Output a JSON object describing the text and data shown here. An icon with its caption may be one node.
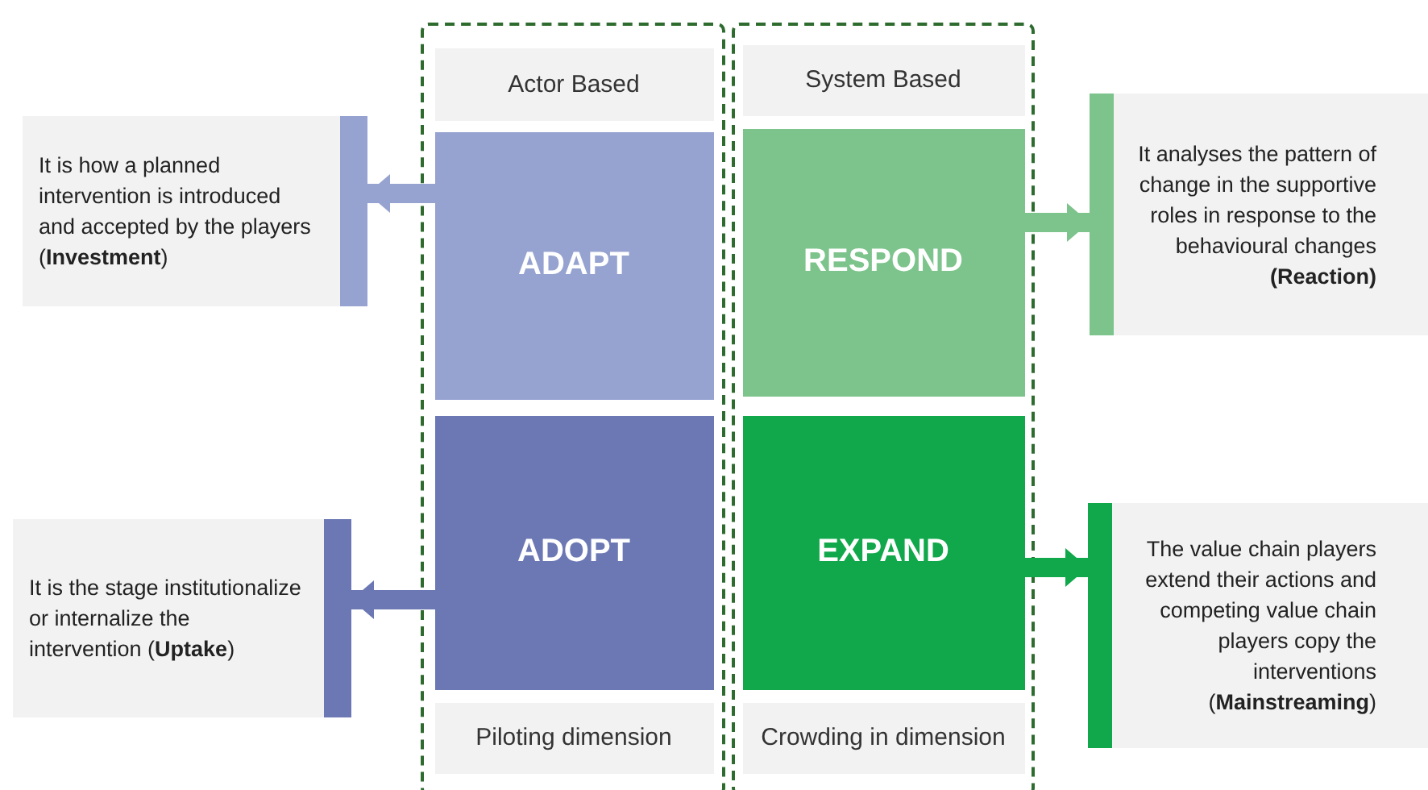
{
  "diagram": {
    "nodes": [
      {
        "text": [],
        "shape": "box"
      },
      {
        "text": [],
        "shape": "box"
      },
      {
        "text": [
          "Actor Based"
        ],
        "in": 0
      },
      {
        "text": [
          "System Based"
        ],
        "in": 1
      },
      {
        "text": [
          "ADAPT"
        ],
        "in": 0
      },
      {
        "text": [
          "RESPOND"
        ],
        "in": 1
      },
      {
        "text": [
          "ADOPT"
        ],
        "in": 0
      },
      {
        "text": [
          "EXPAND"
        ],
        "in": 1
      },
      {
        "text": [
          "Piloting dimension"
        ],
        "in": 0
      },
      {
        "text": [
          "Crowding in dimension"
        ],
        "in": 1
      },
      {
        "text": [
          "It is how a planned intervention is introduced and accepted by the players (**Investment**)"
        ]
      },
      {
        "text": [
          "It analyses the pattern of change in the supportive roles in response to the behavioural changes **(Reaction)**"
        ]
      },
      {
        "text": [
          "It is the stage institutionalize or internalize the intervention (**Uptake**)"
        ]
      },
      {
        "text": [
          "The value chain players extend their actions and competing value chain players copy the interventions (**Mainstreaming**)"
        ]
      }
    ],
    "edges": [
      {
        "from": 4,
        "to": 10,
        "arrow": "to",
        "color": "#96a3d0"
      },
      {
        "from": 5,
        "to": 11,
        "arrow": "to",
        "color": "#7cc38c"
      },
      {
        "from": 6,
        "to": 12,
        "arrow": "to",
        "color": "#6b78b4"
      },
      {
        "from": 7,
        "to": 13,
        "arrow": "to",
        "color": "#10a84a"
      }
    ]
  }
}
